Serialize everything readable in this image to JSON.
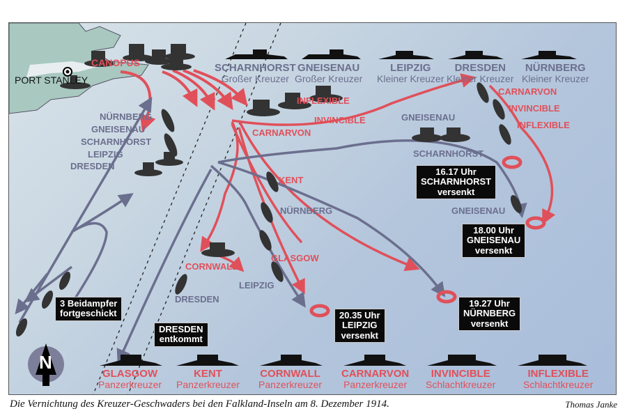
{
  "map": {
    "place_label": "PORT STANLEY",
    "canopus_label": "CANOPUS",
    "german_legend": [
      {
        "name": "SCHARNHORST",
        "type": "Großer Kreuzer"
      },
      {
        "name": "GNEISENAU",
        "type": "Großer Kreuzer"
      },
      {
        "name": "LEIPZIG",
        "type": "Kleiner Kreuzer"
      },
      {
        "name": "DRESDEN",
        "type": "Kleiner Kreuzer"
      },
      {
        "name": "NÜRNBERG",
        "type": "Kleiner Kreuzer"
      }
    ],
    "british_legend": [
      {
        "name": "GLASGOW",
        "type": "Panzerkreuzer"
      },
      {
        "name": "KENT",
        "type": "Panzerkreuzer"
      },
      {
        "name": "CORNWALL",
        "type": "Panzerkreuzer"
      },
      {
        "name": "CARNARVON",
        "type": "Panzerkreuzer"
      },
      {
        "name": "INVINCIBLE",
        "type": "Schlachtkreuzer"
      },
      {
        "name": "INFLEXIBLE",
        "type": "Schlachtkreuzer"
      }
    ],
    "german_squadron_labels": [
      "NÜRNBERG",
      "GNEISENAU",
      "SCHARNHORST",
      "LEIPZIG",
      "DRESDEN"
    ],
    "british_labels": {
      "inflexible": "INFLEXIBLE",
      "invincible": "INVINCIBLE",
      "carnarvon": "CARNARVON",
      "kent": "KENT",
      "glasgow": "GLASGOW",
      "cornwall": "CORNWALL",
      "carnarvon_ne": "CARNARVON",
      "invincible_ne": "INVINCIBLE",
      "inflexible_ne": "INFLEXIBLE"
    },
    "german_labels": {
      "gneisenau_top": "GNEISENAU",
      "scharnhorst": "SCHARNHORST",
      "gneisenau_bottom": "GNEISENAU",
      "nuernberg": "NÜRNBERG",
      "leipzig": "LEIPZIG",
      "dresden": "DRESDEN"
    },
    "events": [
      {
        "time": "16.17 Uhr",
        "ship": "SCHARNHORST",
        "status": "versenkt"
      },
      {
        "time": "18.00 Uhr",
        "ship": "GNEISENAU",
        "status": "versenkt"
      },
      {
        "time": "19.27 Uhr",
        "ship": "NÜRNBERG",
        "status": "versenkt"
      },
      {
        "time": "20.35 Uhr",
        "ship": "LEIPZIG",
        "status": "versenkt"
      }
    ],
    "tenders_note": {
      "line1": "3 Beidampfer",
      "line2": "fortgeschickt"
    },
    "dresden_note": {
      "line1": "DRESDEN",
      "line2": "entkommt"
    },
    "compass_letter": "N",
    "colors": {
      "british": "#e0505a",
      "german": "#6b6f8e",
      "land": "#a8c8c0",
      "sea": "#b4c6dc"
    }
  },
  "caption": "Die Vernichtung des Kreuzer-Geschwaders bei den Falkland-Inseln am 8. Dezember 1914.",
  "author": "Thomas Janke"
}
